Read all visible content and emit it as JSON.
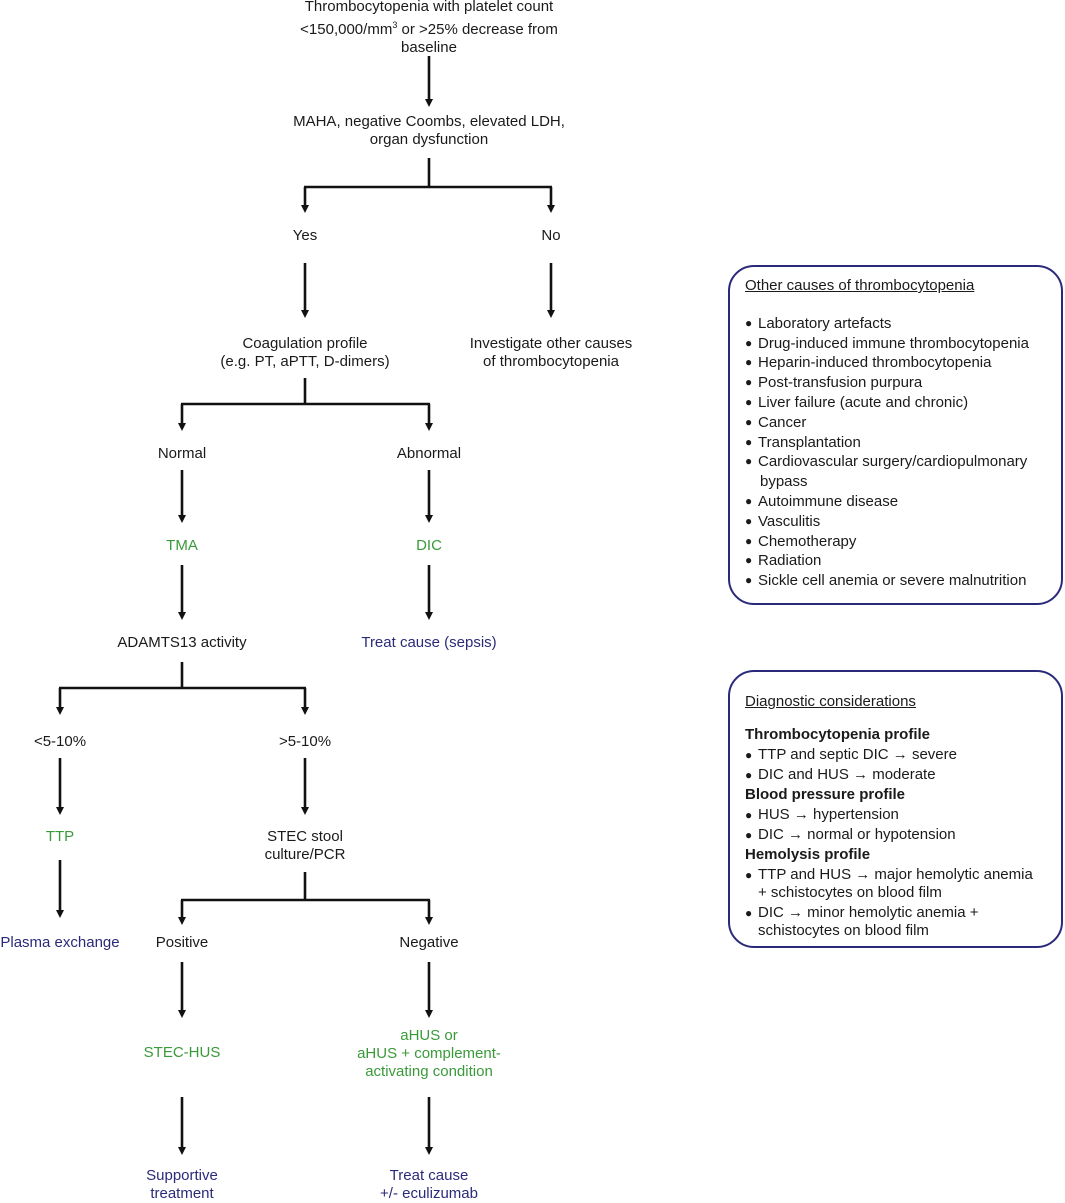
{
  "flowchart": {
    "start": {
      "line1": "Thrombocytopenia with platelet count",
      "line2_pre": "<150,000/mm",
      "line2_sup": "3",
      "line2_post": " or >25% decrease from",
      "line3": "baseline"
    },
    "maha": {
      "line1": "MAHA, negative Coombs, elevated LDH,",
      "line2": "organ dysfunction"
    },
    "yes": "Yes",
    "no": "No",
    "coag": {
      "line1": "Coagulation profile",
      "line2": "(e.g. PT, aPTT, D-dimers)"
    },
    "investigate": {
      "line1": "Investigate other causes",
      "line2": "of thrombocytopenia"
    },
    "normal": "Normal",
    "abnormal": "Abnormal",
    "tma": "TMA",
    "dic": "DIC",
    "adamts": "ADAMTS13 activity",
    "treat_sepsis": "Treat cause (sepsis)",
    "low_activity": "<5-10%",
    "high_activity": ">5-10%",
    "ttp": "TTP",
    "stec_test": {
      "line1": "STEC stool",
      "line2": "culture/PCR"
    },
    "plasma_exchange": "Plasma exchange",
    "positive": "Positive",
    "negative": "Negative",
    "stec_hus": "STEC-HUS",
    "ahus": {
      "line1": "aHUS or",
      "line2": "aHUS + complement-",
      "line3": "activating condition"
    },
    "supportive": {
      "line1": "Supportive",
      "line2": "treatment"
    },
    "treat_ecu": {
      "line1": "Treat cause",
      "line2": "+/- eculizumab"
    }
  },
  "other_causes": {
    "title": "Other causes of thrombocytopenia",
    "items": [
      "Laboratory artefacts",
      "Drug-induced immune thrombocytopenia",
      "Heparin-induced thrombocytopenia",
      "Post-transfusion purpura",
      "Liver failure (acute and chronic)",
      "Cancer",
      "Transplantation",
      "Cardiovascular surgery/cardiopulmonary",
      "Autoimmune disease",
      "Vasculitis",
      "Chemotherapy",
      "Radiation",
      "Sickle cell anemia or severe malnutrition"
    ],
    "item_continuation": "bypass"
  },
  "diagnostic": {
    "title": "Diagnostic considerations",
    "sections": [
      {
        "heading": "Thrombocytopenia profile",
        "items": [
          "TTP and septic DIC → severe",
          "DIC and HUS → moderate"
        ]
      },
      {
        "heading": "Blood pressure profile",
        "items": [
          "HUS → hypertension",
          "DIC → normal or hypotension"
        ]
      },
      {
        "heading": "Hemolysis profile",
        "items": [
          "TTP and HUS → major hemolytic anemia",
          "DIC → minor hemolytic anemia +"
        ]
      }
    ],
    "continuations": [
      "+ schistocytes on blood film",
      "schistocytes on blood film"
    ]
  },
  "colors": {
    "text": "#1a1a1a",
    "diagnosis_green": "#3a9a3a",
    "action_navy": "#2b2a7a",
    "panel_border": "#2b2a7a",
    "connector": "#111111"
  }
}
